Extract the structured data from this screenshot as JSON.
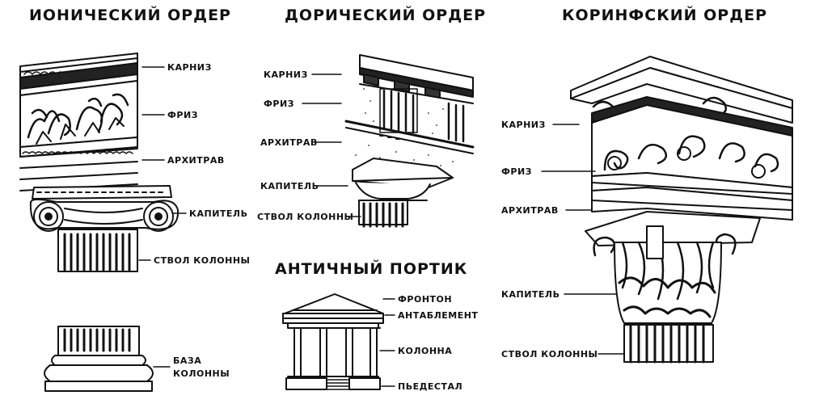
{
  "titles": {
    "ionic": "ИОНИЧЕСКИЙ ОРДЕР",
    "doric": "ДОРИЧЕСКИЙ ОРДЕР",
    "corinthian": "КОРИНФСКИЙ ОРДЕР",
    "portico": "АНТИЧНЫЙ ПОРТИК"
  },
  "ionic": {
    "cornice": "КАРНИЗ",
    "frieze": "ФРИЗ",
    "architrave": "АРХИТРАВ",
    "capital": "КАПИТЕЛЬ",
    "shaft": "СТВОЛ КОЛОННЫ",
    "base_line1": "БАЗА",
    "base_line2": "КОЛОННЫ"
  },
  "doric": {
    "cornice": "КАРНИЗ",
    "frieze": "ФРИЗ",
    "architrave": "АРХИТРАВ",
    "capital": "КАПИТЕЛЬ",
    "shaft": "СТВОЛ КОЛОННЫ"
  },
  "portico": {
    "pediment": "ФРОНТОН",
    "entablature": "АНТАБЛЕМЕНТ",
    "column": "КОЛОННА",
    "pedestal": "ПЬЕДЕСТАЛ"
  },
  "corinthian": {
    "cornice": "КАРНИЗ",
    "frieze": "ФРИЗ",
    "architrave": "АРХИТРАВ",
    "capital": "КАПИТЕЛЬ",
    "shaft": "СТВОЛ КОЛОННЫ"
  }
}
